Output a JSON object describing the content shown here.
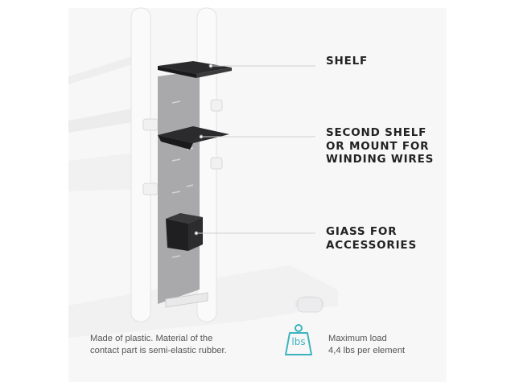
{
  "callouts": {
    "shelf": "SHELF",
    "second_shelf": "SECOND SHELF\nOR MOUNT FOR\nWINDING WIRES",
    "glass": "GIASS FOR\nACCESSORIES"
  },
  "notes": {
    "material": "Made of plastic. Material of the\ncontact part is semi-elastic rubber.",
    "max_load": "Maximum load\n4,4 lbs per element"
  },
  "icons": {
    "weight": "weight-icon",
    "weight_label": "lbs"
  },
  "colors": {
    "accent": "#3cb4bd",
    "panel": "#a9a9ab",
    "shelf": "#2b2b2d",
    "text": "#222222"
  }
}
